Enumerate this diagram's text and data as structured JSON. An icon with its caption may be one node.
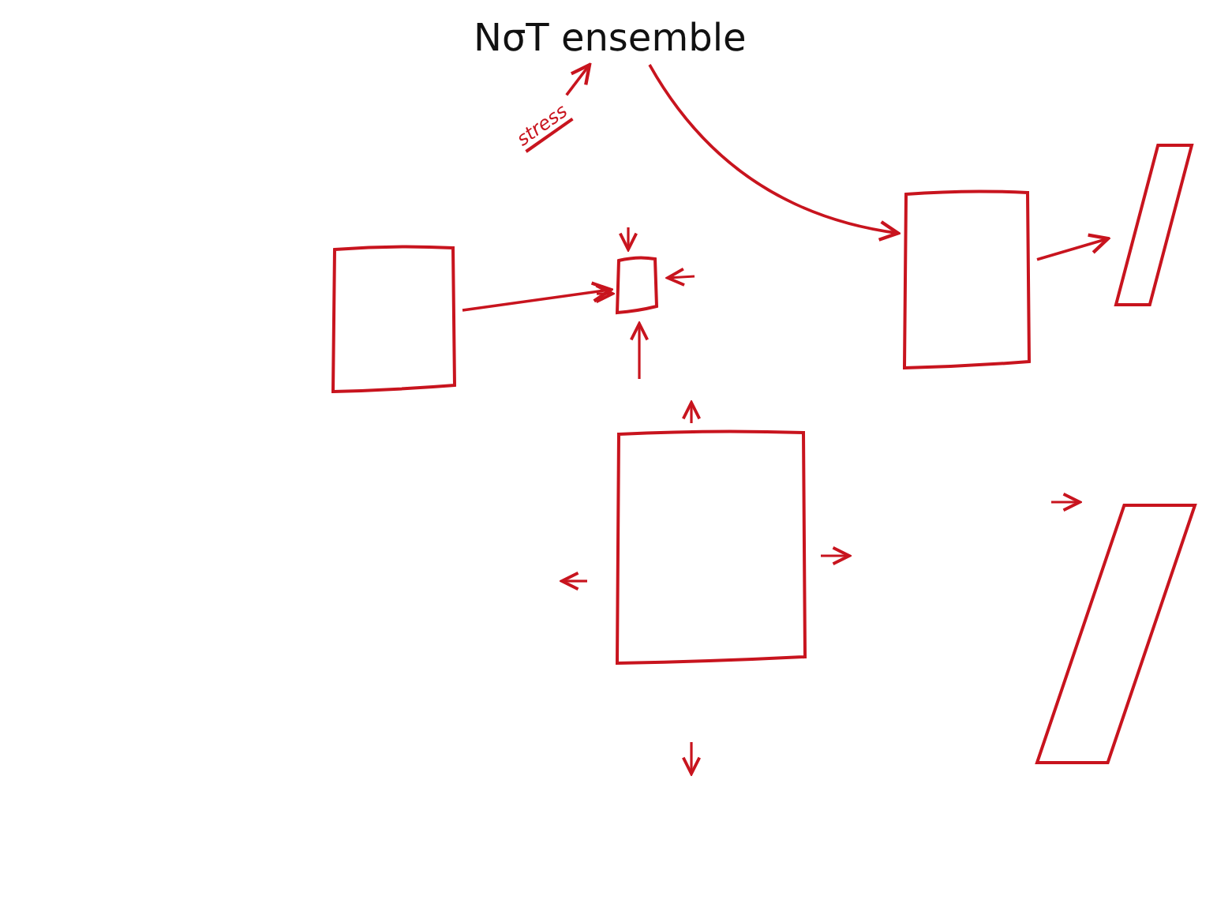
{
  "diagram": {
    "nodes": [
      {
        "text": [
          "NσT ensemble"
        ]
      },
      {
        "text": [
          "stress"
        ]
      },
      {
        "text": [],
        "shape": "box"
      },
      {
        "text": [],
        "shape": "box"
      },
      {
        "text": [],
        "shape": "box"
      },
      {
        "text": [],
        "shape": "box"
      },
      {
        "text": [],
        "shape": "parallelogram"
      },
      {
        "text": [],
        "shape": "parallelogram"
      }
    ],
    "edges": [
      {
        "from": 1,
        "to": 0,
        "arrow": "to"
      },
      {
        "from": 0,
        "to": 5,
        "arrow": "to"
      },
      {
        "from": 2,
        "to": 3,
        "arrow": "to"
      },
      {
        "from": 5,
        "to": 6,
        "arrow": "to"
      }
    ]
  }
}
